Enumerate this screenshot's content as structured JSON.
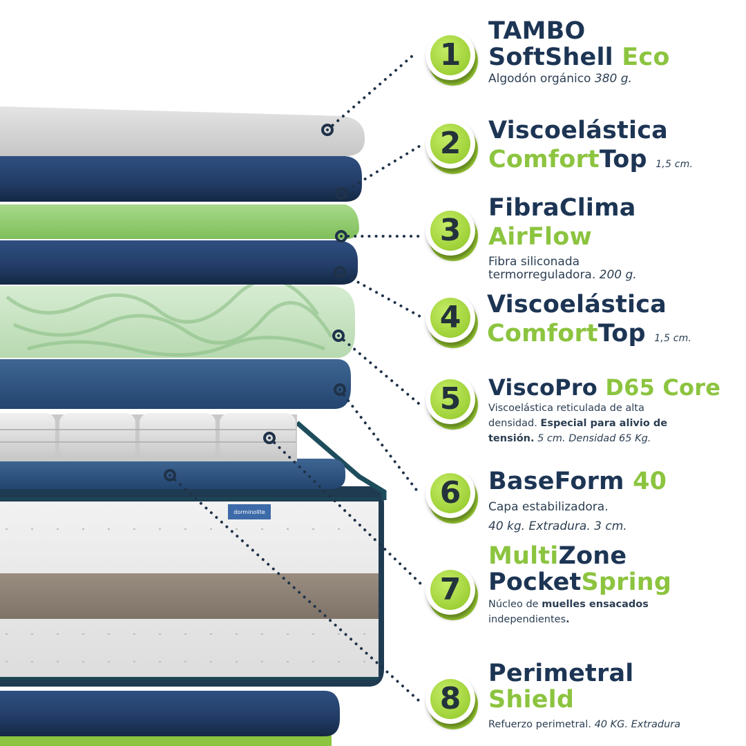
{
  "colors": {
    "navy": "#1d3554",
    "green": "#8cc43f",
    "badge_green": "#9fd138"
  },
  "brand_tag": "dorminolite",
  "layers": [
    {
      "number": "1",
      "title_parts": [
        "TAMBO",
        "SoftShell",
        "Eco"
      ],
      "desc": "Algodón orgánico",
      "desc_italic": "380 g."
    },
    {
      "number": "2",
      "title_parts": [
        "Viscoelástica",
        "Comfort",
        "Top"
      ],
      "inline_note": "1,5 cm."
    },
    {
      "number": "3",
      "title_parts": [
        "FibraClima",
        "AirFlow"
      ],
      "desc_line1": "Fibra siliconada",
      "desc_line2": "termorreguladora.",
      "desc_italic": "200 g."
    },
    {
      "number": "4",
      "title_parts": [
        "Viscoelástica",
        "Comfort",
        "Top"
      ],
      "inline_note": "1,5 cm."
    },
    {
      "number": "5",
      "title_parts": [
        "ViscoPro",
        "D65 Core"
      ],
      "desc_line1": "Viscoelástica reticulada de alta",
      "desc_line2a": "densidad.",
      "desc_bold_a": "Especial para alivio de",
      "desc_bold_b": "tensión.",
      "desc_italic": "5 cm. Densidad 65 Kg."
    },
    {
      "number": "6",
      "title_parts": [
        "BaseForm",
        "40"
      ],
      "desc_line1": "Capa estabilizadora.",
      "desc_italic": "40 kg. Extradura. 3 cm."
    },
    {
      "number": "7",
      "title_parts": [
        "Multi",
        "Zone",
        "Pocket",
        "Spring"
      ],
      "desc_a": "Núcleo de",
      "desc_bold": "muelles ensacados",
      "desc_b": "independientes",
      "desc_bold_end": "."
    },
    {
      "number": "8",
      "title_parts": [
        "Perimetral",
        "Shield"
      ],
      "desc": "Refuerzo perimetral.",
      "desc_italic": "40 KG. Extradura"
    }
  ]
}
